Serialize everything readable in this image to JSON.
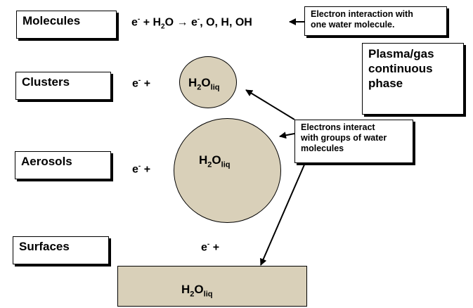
{
  "levels": {
    "molecules": "Molecules",
    "clusters": "Clusters",
    "aerosols": "Aerosols",
    "surfaces": "Surfaces"
  },
  "equation": {
    "left": "e",
    "superscript_minus": "-",
    "plus": " + H",
    "sub2": "2",
    "o_arrow": "O → e",
    "products": ", O, H, OH"
  },
  "electron_plus": {
    "e": "e",
    "minus": "-",
    "plus": " +"
  },
  "water_liq": {
    "h": "H",
    "sub2": "2",
    "o": "O",
    "liq": "liq"
  },
  "notes": {
    "one_molecule_line1": "Electron interaction with",
    "one_molecule_line2": "one water molecule.",
    "groups_line1": "Electrons interact",
    "groups_line2": "with groups of water",
    "groups_line3": "molecules"
  },
  "plasma": {
    "line1": "Plasma/gas",
    "line2": "continuous",
    "line3": "phase"
  },
  "colors": {
    "water_fill": "#d9d0b9",
    "stroke": "#000000"
  }
}
